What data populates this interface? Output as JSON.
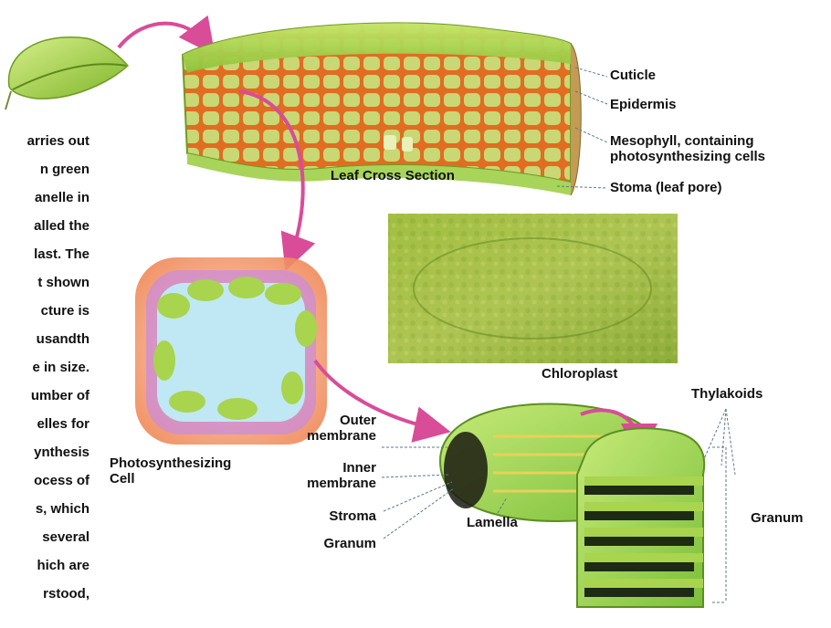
{
  "labels": {
    "cuticle": "Cuticle",
    "epidermis": "Epidermis",
    "mesophyll_line1": "Mesophyll, containing",
    "mesophyll_line2": "photosynthesizing cells",
    "leaf_cross_section": "Leaf Cross Section",
    "stoma": "Stoma (leaf pore)",
    "chloroplast": "Chloroplast",
    "thylakoids": "Thylakoids",
    "outer_membrane_line1": "Outer",
    "outer_membrane_line2": "membrane",
    "inner_membrane_line1": "Inner",
    "inner_membrane_line2": "membrane",
    "stroma": "Stroma",
    "granum_left": "Granum",
    "lamella": "Lamella",
    "granum_right": "Granum",
    "cell_line1": "Photosynthesizing",
    "cell_line2": "Cell"
  },
  "side_text_lines": [
    "arries out",
    "n green",
    "anelle in",
    "alled the",
    "last. The",
    "t shown",
    "cture is",
    "usandth",
    "e in size.",
    "umber of",
    "elles for",
    "ynthesis",
    "ocess of",
    "s, which",
    "several",
    "hich are",
    "rstood,"
  ],
  "colors": {
    "leaf_green": "#9fcf3c",
    "mesophyll_orange": "#e0782a",
    "arrow_pink": "#e06fae",
    "cell_wall": "#f4a46a",
    "vacuole_blue": "#bfe8f4"
  }
}
